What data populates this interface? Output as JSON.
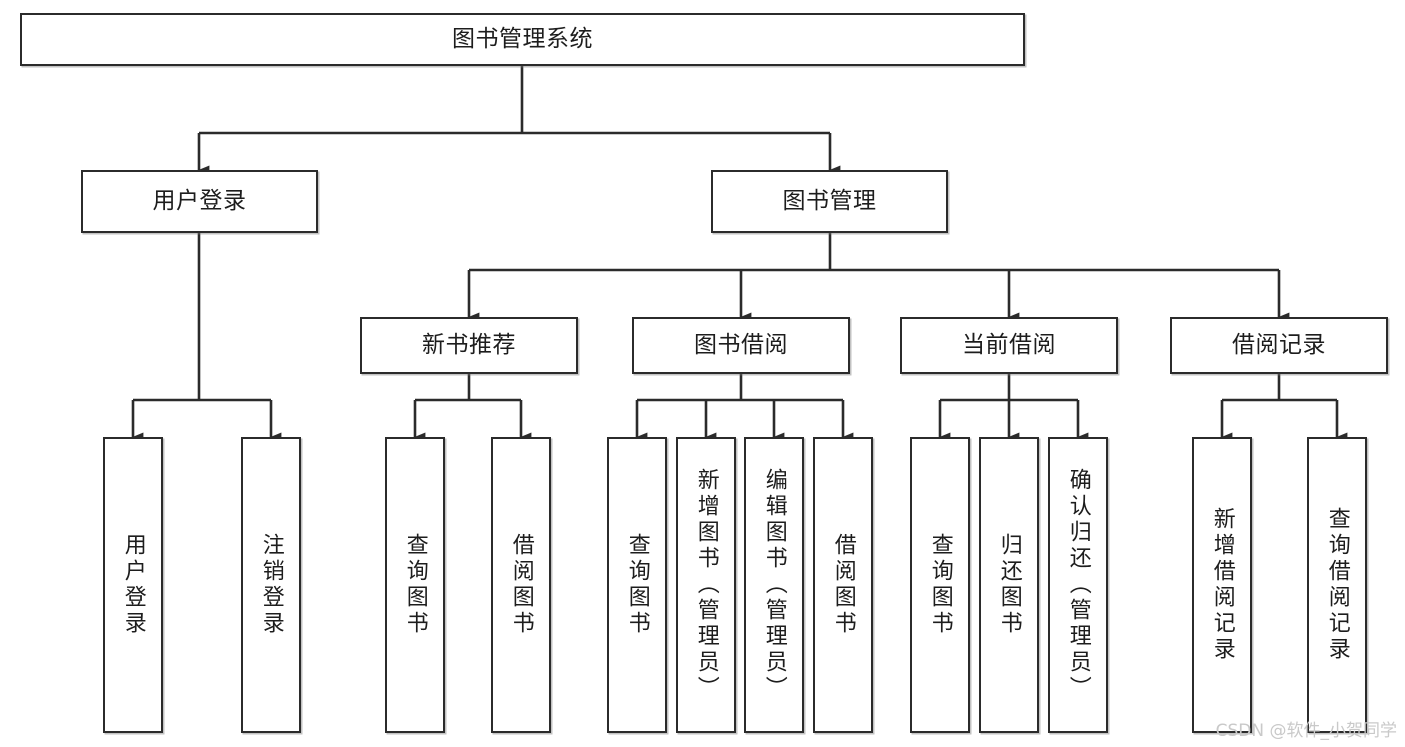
{
  "diagram": {
    "title": "图书管理系统",
    "type": "tree",
    "colors": {
      "box_border": "#2b2b2b",
      "box_fill": "#ffffff",
      "edge": "#2b2b2b",
      "background": "#ffffff",
      "watermark": "#c9c9c9"
    },
    "levels": [
      {
        "level": 1,
        "nodes": [
          {
            "id": "root",
            "label": "图书管理系统",
            "orientation": "horizontal"
          }
        ]
      },
      {
        "level": 2,
        "nodes": [
          {
            "id": "user-login",
            "label": "用户登录",
            "orientation": "horizontal",
            "parent": "root"
          },
          {
            "id": "book-manage",
            "label": "图书管理",
            "orientation": "horizontal",
            "parent": "root"
          }
        ]
      },
      {
        "level": 3,
        "nodes": [
          {
            "id": "new-book-rec",
            "label": "新书推荐",
            "orientation": "horizontal",
            "parent": "book-manage"
          },
          {
            "id": "book-borrow",
            "label": "图书借阅",
            "orientation": "horizontal",
            "parent": "book-manage"
          },
          {
            "id": "current-borrow",
            "label": "当前借阅",
            "orientation": "horizontal",
            "parent": "book-manage"
          },
          {
            "id": "borrow-record",
            "label": "借阅记录",
            "orientation": "horizontal",
            "parent": "book-manage"
          }
        ]
      },
      {
        "level": 4,
        "nodes": [
          {
            "id": "leaf-user-login",
            "label": "用户登录",
            "orientation": "vertical",
            "parent": "user-login"
          },
          {
            "id": "leaf-logout",
            "label": "注销登录",
            "orientation": "vertical",
            "parent": "user-login"
          },
          {
            "id": "leaf-query-book-1",
            "label": "查询图书",
            "orientation": "vertical",
            "parent": "new-book-rec"
          },
          {
            "id": "leaf-borrow-book-1",
            "label": "借阅图书",
            "orientation": "vertical",
            "parent": "new-book-rec"
          },
          {
            "id": "leaf-query-book-2",
            "label": "查询图书",
            "orientation": "vertical",
            "parent": "book-borrow"
          },
          {
            "id": "leaf-add-book",
            "label": "新增图书（管理员）",
            "orientation": "vertical",
            "parent": "book-borrow"
          },
          {
            "id": "leaf-edit-book",
            "label": "编辑图书（管理员）",
            "orientation": "vertical",
            "parent": "book-borrow"
          },
          {
            "id": "leaf-borrow-book-2",
            "label": "借阅图书",
            "orientation": "vertical",
            "parent": "book-borrow"
          },
          {
            "id": "leaf-query-book-3",
            "label": "查询图书",
            "orientation": "vertical",
            "parent": "current-borrow"
          },
          {
            "id": "leaf-return-book",
            "label": "归还图书",
            "orientation": "vertical",
            "parent": "current-borrow"
          },
          {
            "id": "leaf-confirm-return",
            "label": "确认归还（管理员）",
            "orientation": "vertical",
            "parent": "current-borrow"
          },
          {
            "id": "leaf-add-record",
            "label": "新增借阅记录",
            "orientation": "vertical",
            "parent": "borrow-record"
          },
          {
            "id": "leaf-query-record",
            "label": "查询借阅记录",
            "orientation": "vertical",
            "parent": "borrow-record"
          }
        ]
      }
    ]
  },
  "watermark": {
    "text": "CSDN @软件_小贺同学"
  }
}
